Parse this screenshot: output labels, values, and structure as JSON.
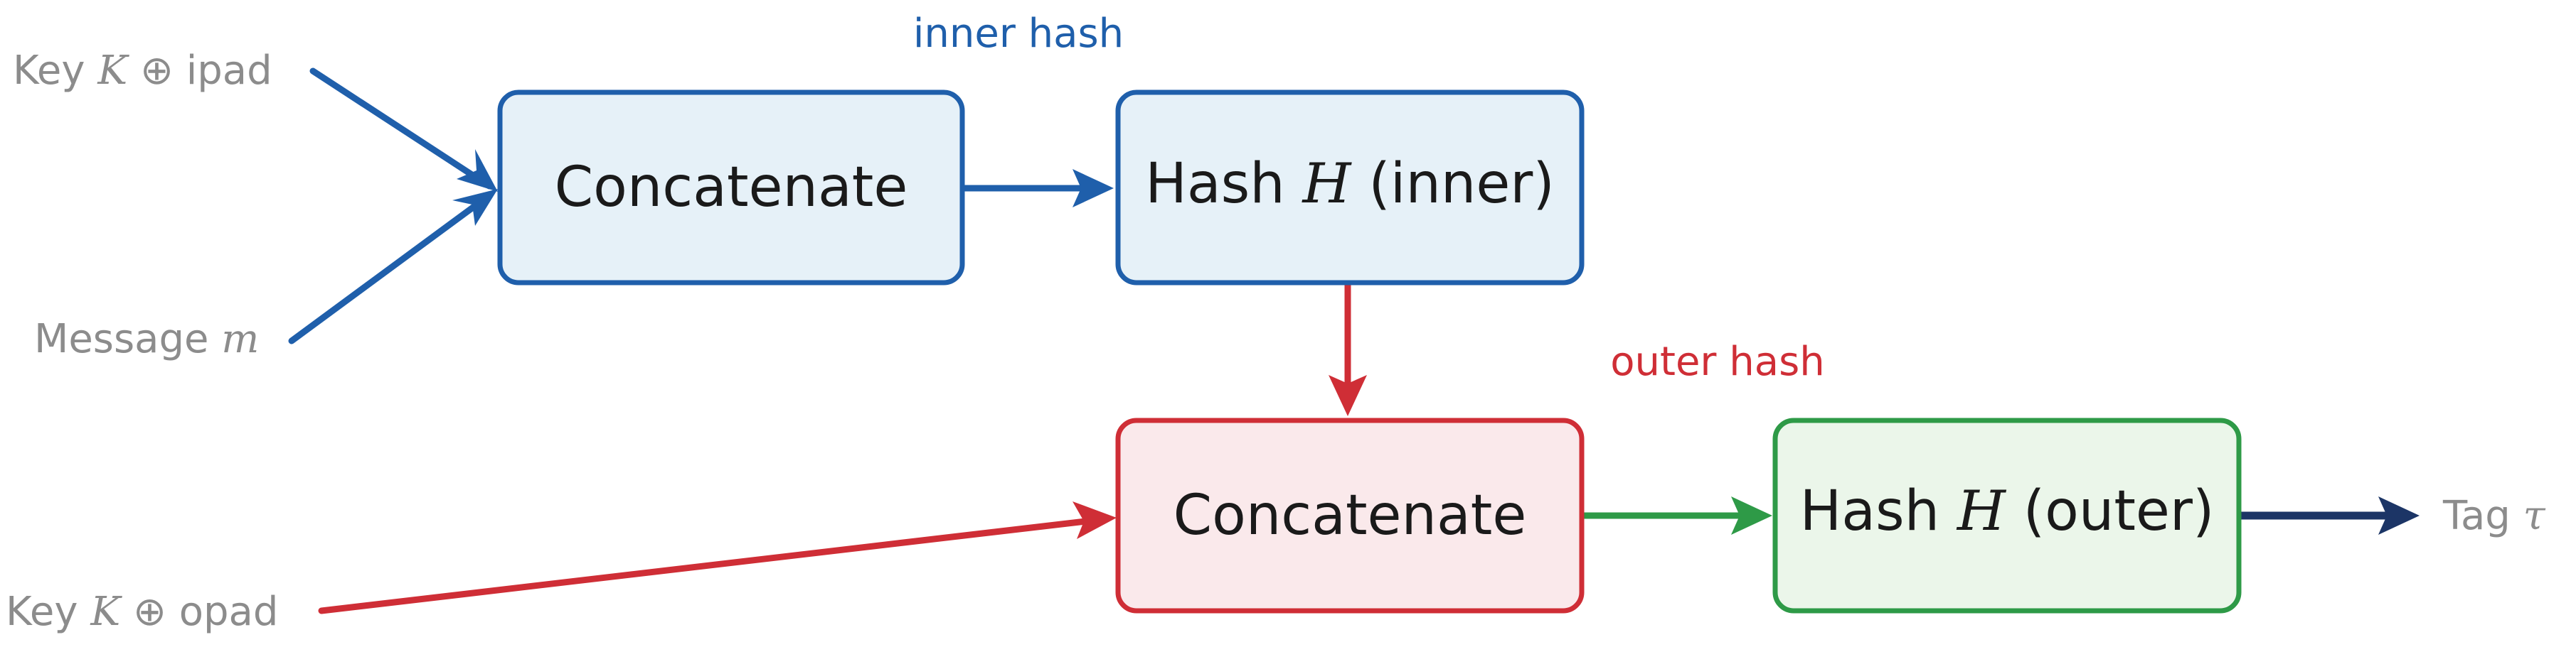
{
  "colors": {
    "inner": "#1f5fab",
    "inner_fill": "#e6f1f8",
    "outer": "#cf2e36",
    "outer_fill": "#fae9eb",
    "final": "#2e9a47",
    "final_fill": "#ebf6ea",
    "output_arrow": "#1c3566",
    "input_text": "#8c8c8c",
    "box_text": "#1a1a1a"
  },
  "inputs": {
    "key_ipad": {
      "prefix": "Key ",
      "math": "K",
      "suffix": " ⊕ ipad"
    },
    "message": {
      "prefix": "Message ",
      "math": "m"
    },
    "key_opad": {
      "prefix": "Key ",
      "math": "K",
      "suffix": " ⊕ opad"
    }
  },
  "boxes": {
    "concat_inner": {
      "label": "Concatenate"
    },
    "hash_inner": {
      "prefix": "Hash ",
      "math": "H",
      "suffix": " (inner)"
    },
    "concat_outer": {
      "label": "Concatenate"
    },
    "hash_outer": {
      "prefix": "Hash ",
      "math": "H",
      "suffix": " (outer)"
    }
  },
  "stages": {
    "inner": "inner hash",
    "outer": "outer hash"
  },
  "output": {
    "prefix": "Tag ",
    "math": "τ"
  }
}
